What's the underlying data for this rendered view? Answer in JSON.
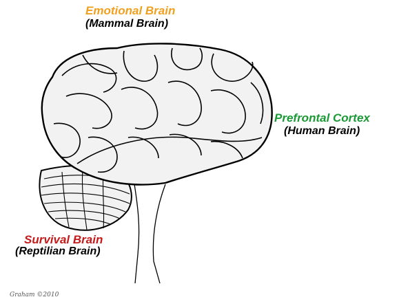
{
  "labels": {
    "emotional": {
      "title": "Emotional Brain",
      "subtitle": "(Mammal Brain)",
      "color": "#f0a020"
    },
    "prefrontal": {
      "title": "Prefrontal Cortex",
      "subtitle": "(Human Brain)",
      "color": "#1a9a35"
    },
    "survival": {
      "title": "Survival Brain",
      "subtitle": "(Reptilian Brain)",
      "color": "#c41a1a"
    }
  },
  "signature": {
    "text": "Graham ©2010"
  }
}
